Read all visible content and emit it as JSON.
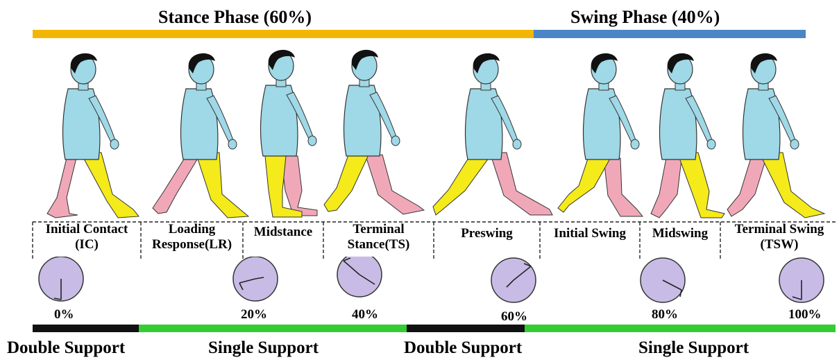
{
  "phases": [
    {
      "label": "Stance Phase (60%)",
      "color": "#f2b705"
    },
    {
      "label": "Swing Phase (40%)",
      "color": "#4a86c5"
    }
  ],
  "stages": [
    {
      "label_line1": "Initial Contact",
      "label_line2": "(IC)",
      "marker": "0%"
    },
    {
      "label_line1": "Loading",
      "label_line2": "Response(LR)",
      "marker": ""
    },
    {
      "label_line1": "Midstance",
      "label_line2": "",
      "marker": "20%"
    },
    {
      "label_line1": "Terminal",
      "label_line2": "Stance(TS)",
      "marker": "40%"
    },
    {
      "label_line1": "Preswing",
      "label_line2": "",
      "marker": "60%"
    },
    {
      "label_line1": "Initial Swing",
      "label_line2": "",
      "marker": ""
    },
    {
      "label_line1": "Midswing",
      "label_line2": "",
      "marker": "80%"
    },
    {
      "label_line1": "Terminal Swing",
      "label_line2": "(TSW)",
      "marker": "100%"
    }
  ],
  "support": [
    {
      "label": "Double Support",
      "color": "#111111"
    },
    {
      "label": "Single Support",
      "color": "#33cc33"
    },
    {
      "label": "Double Support",
      "color": "#111111"
    },
    {
      "label": "Single Support",
      "color": "#33cc33"
    }
  ],
  "colors": {
    "skin": "#f7dcc4",
    "shirt": "#9fd8e6",
    "hair": "#111111",
    "leg_front": "#f5ea1a",
    "leg_back": "#f0a8b8",
    "clock": "#c8bce6"
  }
}
